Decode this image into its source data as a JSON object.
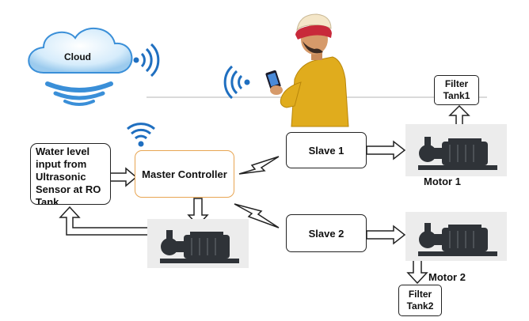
{
  "diagram": {
    "cloud_label": "Cloud",
    "sensor_input_label": "Water level input from Ultrasonic Sensor at RO Tank",
    "master_label": "Master Controller",
    "slave1_label": "Slave 1",
    "slave2_label": "Slave 2",
    "motor1_label": "Motor 1",
    "motor2_label": "Motor 2",
    "filter_tank1_label": "Filter Tank1",
    "filter_tank2_label": "Filter Tank2"
  },
  "colors": {
    "cloud_blue": "#3a8fd8",
    "wifi_blue": "#1f6fc0",
    "master_border": "#e8a552",
    "jacket_yellow": "#e0ac1d",
    "turban_red": "#c8293a"
  }
}
